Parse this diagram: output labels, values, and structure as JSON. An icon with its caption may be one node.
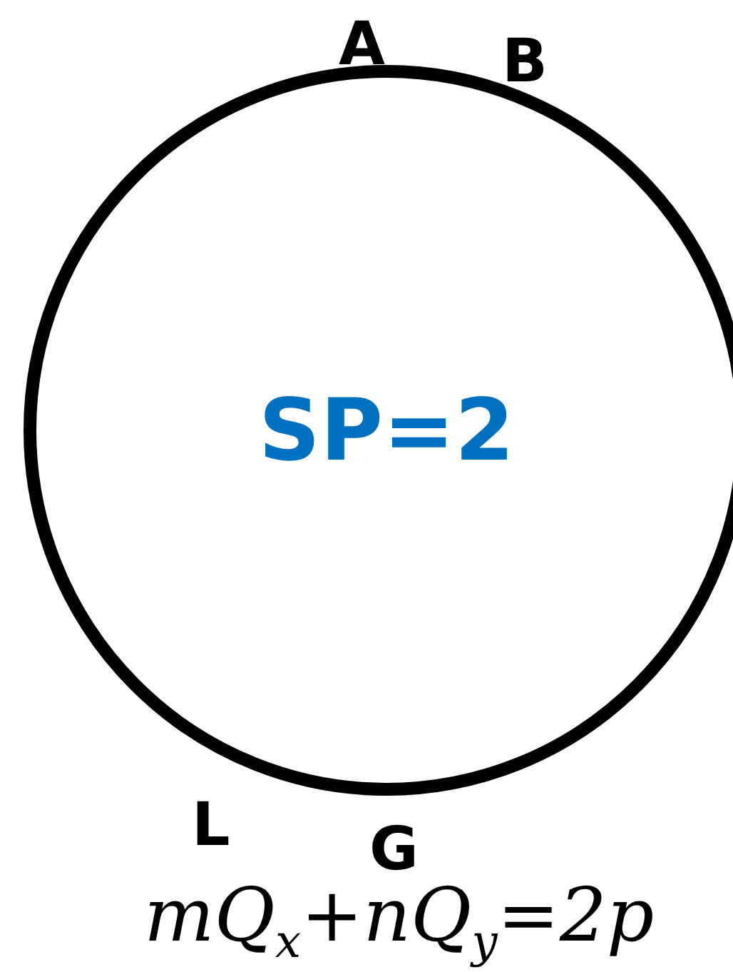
{
  "diagram": {
    "nodes": [
      {
        "text": [
          "SP=2"
        ]
      }
    ],
    "labels": [
      "A",
      "B",
      "L",
      "G",
      "mQ$_{x}$+nQ$_{y}$=2p"
    ]
  }
}
